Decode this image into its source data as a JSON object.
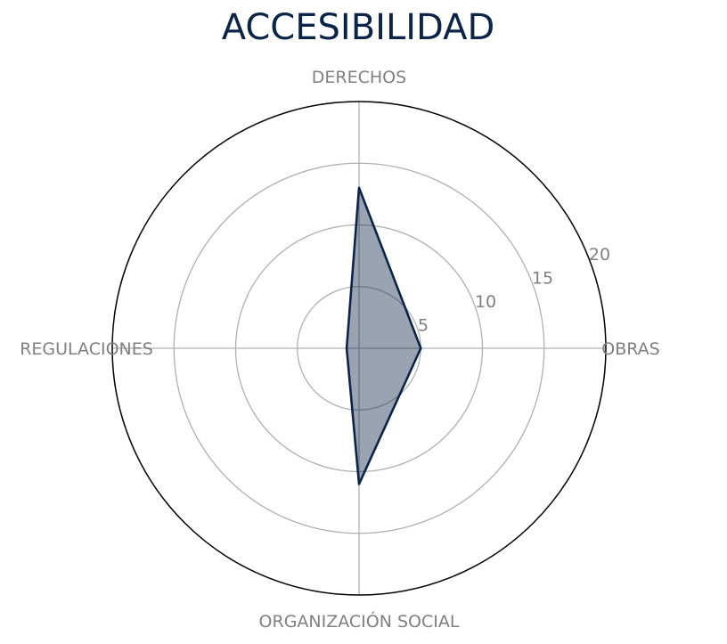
{
  "chart_data": {
    "type": "radar",
    "title": "ACCESIBILIDAD",
    "categories": [
      "OBRAS",
      "DERECHOS",
      "REGULACIONES",
      "ORGANIZACIÓN SOCIAL"
    ],
    "series": [
      {
        "values": [
          5,
          13,
          1,
          11
        ]
      }
    ],
    "rlim": [
      0,
      20
    ],
    "rticks": [
      5,
      10,
      15,
      20
    ],
    "grid": true,
    "colors": {
      "line": "#0b2447",
      "fill": "#0b2447",
      "grid": "#b0b0b0",
      "outer": "#000000",
      "labels": "#808080"
    }
  }
}
